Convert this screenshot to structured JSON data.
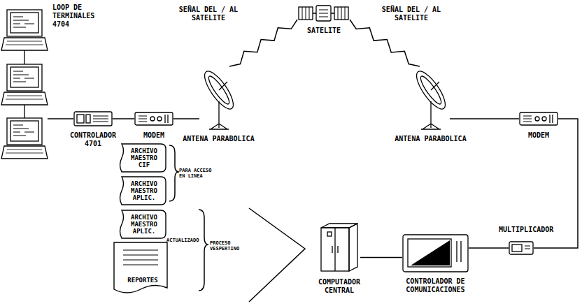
{
  "diagram": {
    "nodes": [
      {
        "text": [
          "LOOP DE TERMINALES 4704"
        ]
      },
      {
        "text": [
          "CONTROLADOR 4701"
        ]
      },
      {
        "text": [
          "MODEM"
        ]
      },
      {
        "text": [
          "ANTENA PARABOLICA"
        ]
      },
      {
        "text": [
          "SATELITE"
        ]
      },
      {
        "text": [
          "ANTENA PARABOLICA"
        ]
      },
      {
        "text": [
          "MODEM"
        ]
      },
      {
        "text": [
          "MULTIPLICADOR"
        ]
      },
      {
        "text": [
          "CONTROLADOR DE COMUNICACIONES"
        ]
      },
      {
        "text": [
          "COMPUTADOR CENTRAL"
        ]
      },
      {
        "text": [
          "ARCHIVO MAESTRO CIF"
        ]
      },
      {
        "text": [
          "ARCHIVO MAESTRO APLIC."
        ]
      },
      {
        "text": [
          "ARCHIVO MAESTRO APLIC."
        ]
      },
      {
        "text": [
          "REPORTES"
        ]
      }
    ],
    "edges": [
      {
        "from": 0,
        "to": 1,
        "arrow": "none"
      },
      {
        "from": 1,
        "to": 2,
        "arrow": "none"
      },
      {
        "from": 2,
        "to": 3,
        "arrow": "none"
      },
      {
        "from": 3,
        "to": 4,
        "label": "SEÑAL DEL / AL SATELITE",
        "arrow": "none"
      },
      {
        "from": 4,
        "to": 5,
        "label": "SEÑAL DEL / AL SATELITE",
        "arrow": "none"
      },
      {
        "from": 5,
        "to": 6,
        "arrow": "none"
      },
      {
        "from": 6,
        "to": 7,
        "arrow": "none"
      },
      {
        "from": 7,
        "to": 8,
        "arrow": "none"
      },
      {
        "from": 8,
        "to": 9,
        "arrow": "none"
      }
    ],
    "labels": [
      "PARA ACCESO EN LINEA",
      "ACTUALIZADO",
      "PROCESO VESPERTINO"
    ]
  }
}
